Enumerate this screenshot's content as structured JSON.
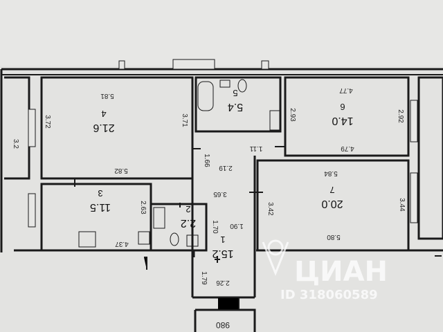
{
  "rooms": [
    {
      "id": "4",
      "number": "4",
      "area": "21.6"
    },
    {
      "id": "5",
      "number": "5",
      "area": "5.4"
    },
    {
      "id": "6",
      "number": "6",
      "area": "14.0"
    },
    {
      "id": "3",
      "number": "3",
      "area": "11.5"
    },
    {
      "id": "2",
      "number": "2",
      "area": "2.2"
    },
    {
      "id": "1",
      "number": "1",
      "area": "15.2"
    },
    {
      "id": "7",
      "number": "7",
      "area": "20.0"
    }
  ],
  "dimensions": {
    "d_5_81": "5.81",
    "d_3_72": "3.72",
    "d_3_71": "3.71",
    "d_5_82": "5.82",
    "d_3_2": "3.2",
    "d_4_77": "4.77",
    "d_2_93": "2.93",
    "d_2_92": "2.92",
    "d_4_79": "4.79",
    "d_1_11": "1.11",
    "d_1_66": "1.66",
    "d_2_19": "2.19",
    "d_5_84": "5.84",
    "d_3_65": "3.65",
    "d_2_63": "2.63",
    "d_3_42": "3.42",
    "d_3_44": "3.44",
    "d_1_70": "1.70",
    "d_1_90": "1.90",
    "d_4_37": "4.37",
    "d_5_80": "5.80",
    "d_1_79": "1.79",
    "d_2_26": "2.26",
    "d_980": "980"
  },
  "watermark": {
    "brand": "ЦИАН",
    "id_text": "ID 318060589"
  }
}
